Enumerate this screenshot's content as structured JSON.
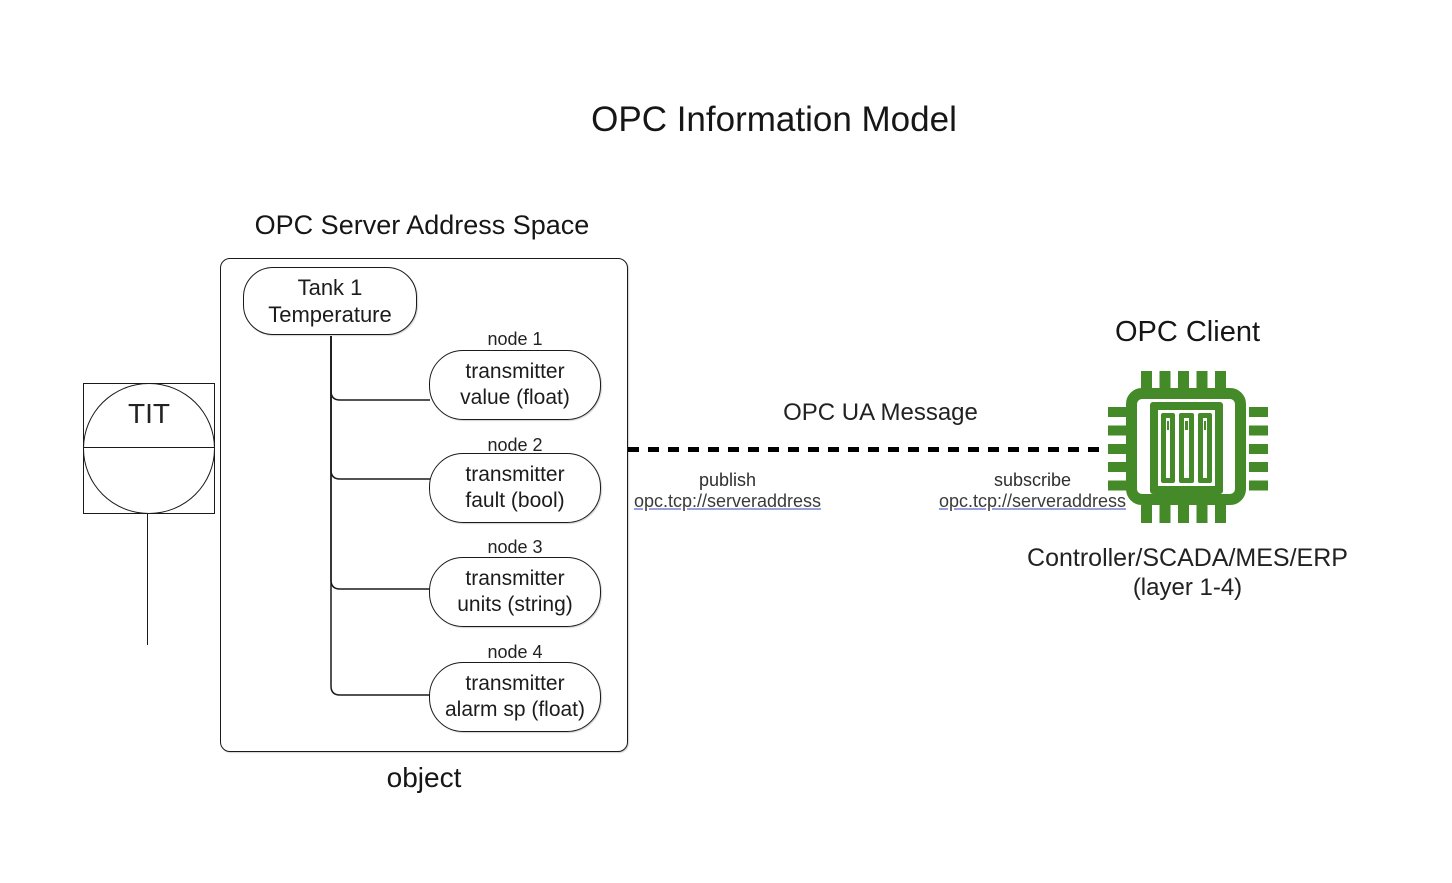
{
  "title": "OPC Information Model",
  "server": {
    "heading": "OPC Server Address Space",
    "caption": "object",
    "root": {
      "line1": "Tank 1",
      "line2": "Temperature"
    },
    "nodes": [
      {
        "label": "node 1",
        "line1": "transmitter",
        "line2": "value (float)"
      },
      {
        "label": "node 2",
        "line1": "transmitter",
        "line2": "fault (bool)"
      },
      {
        "label": "node 3",
        "line1": "transmitter",
        "line2": "units (string)"
      },
      {
        "label": "node 4",
        "line1": "transmitter",
        "line2": "alarm sp (float)"
      }
    ]
  },
  "instrument": {
    "tag": "TIT"
  },
  "message": {
    "label": "OPC UA Message",
    "publish_action": "publish",
    "publish_address": "opc.tcp://serveraddress",
    "subscribe_action": "subscribe",
    "subscribe_address": "opc.tcp://serveraddress"
  },
  "client": {
    "heading": "OPC Client",
    "chip_icon": "microchip-icon",
    "caption_line1": "Controller/SCADA/MES/ERP",
    "caption_line2": "(layer 1-4)"
  },
  "colors": {
    "chip_green": "#448a28",
    "link_underline": "#9aa0dc",
    "text": "#1c1c1c"
  }
}
